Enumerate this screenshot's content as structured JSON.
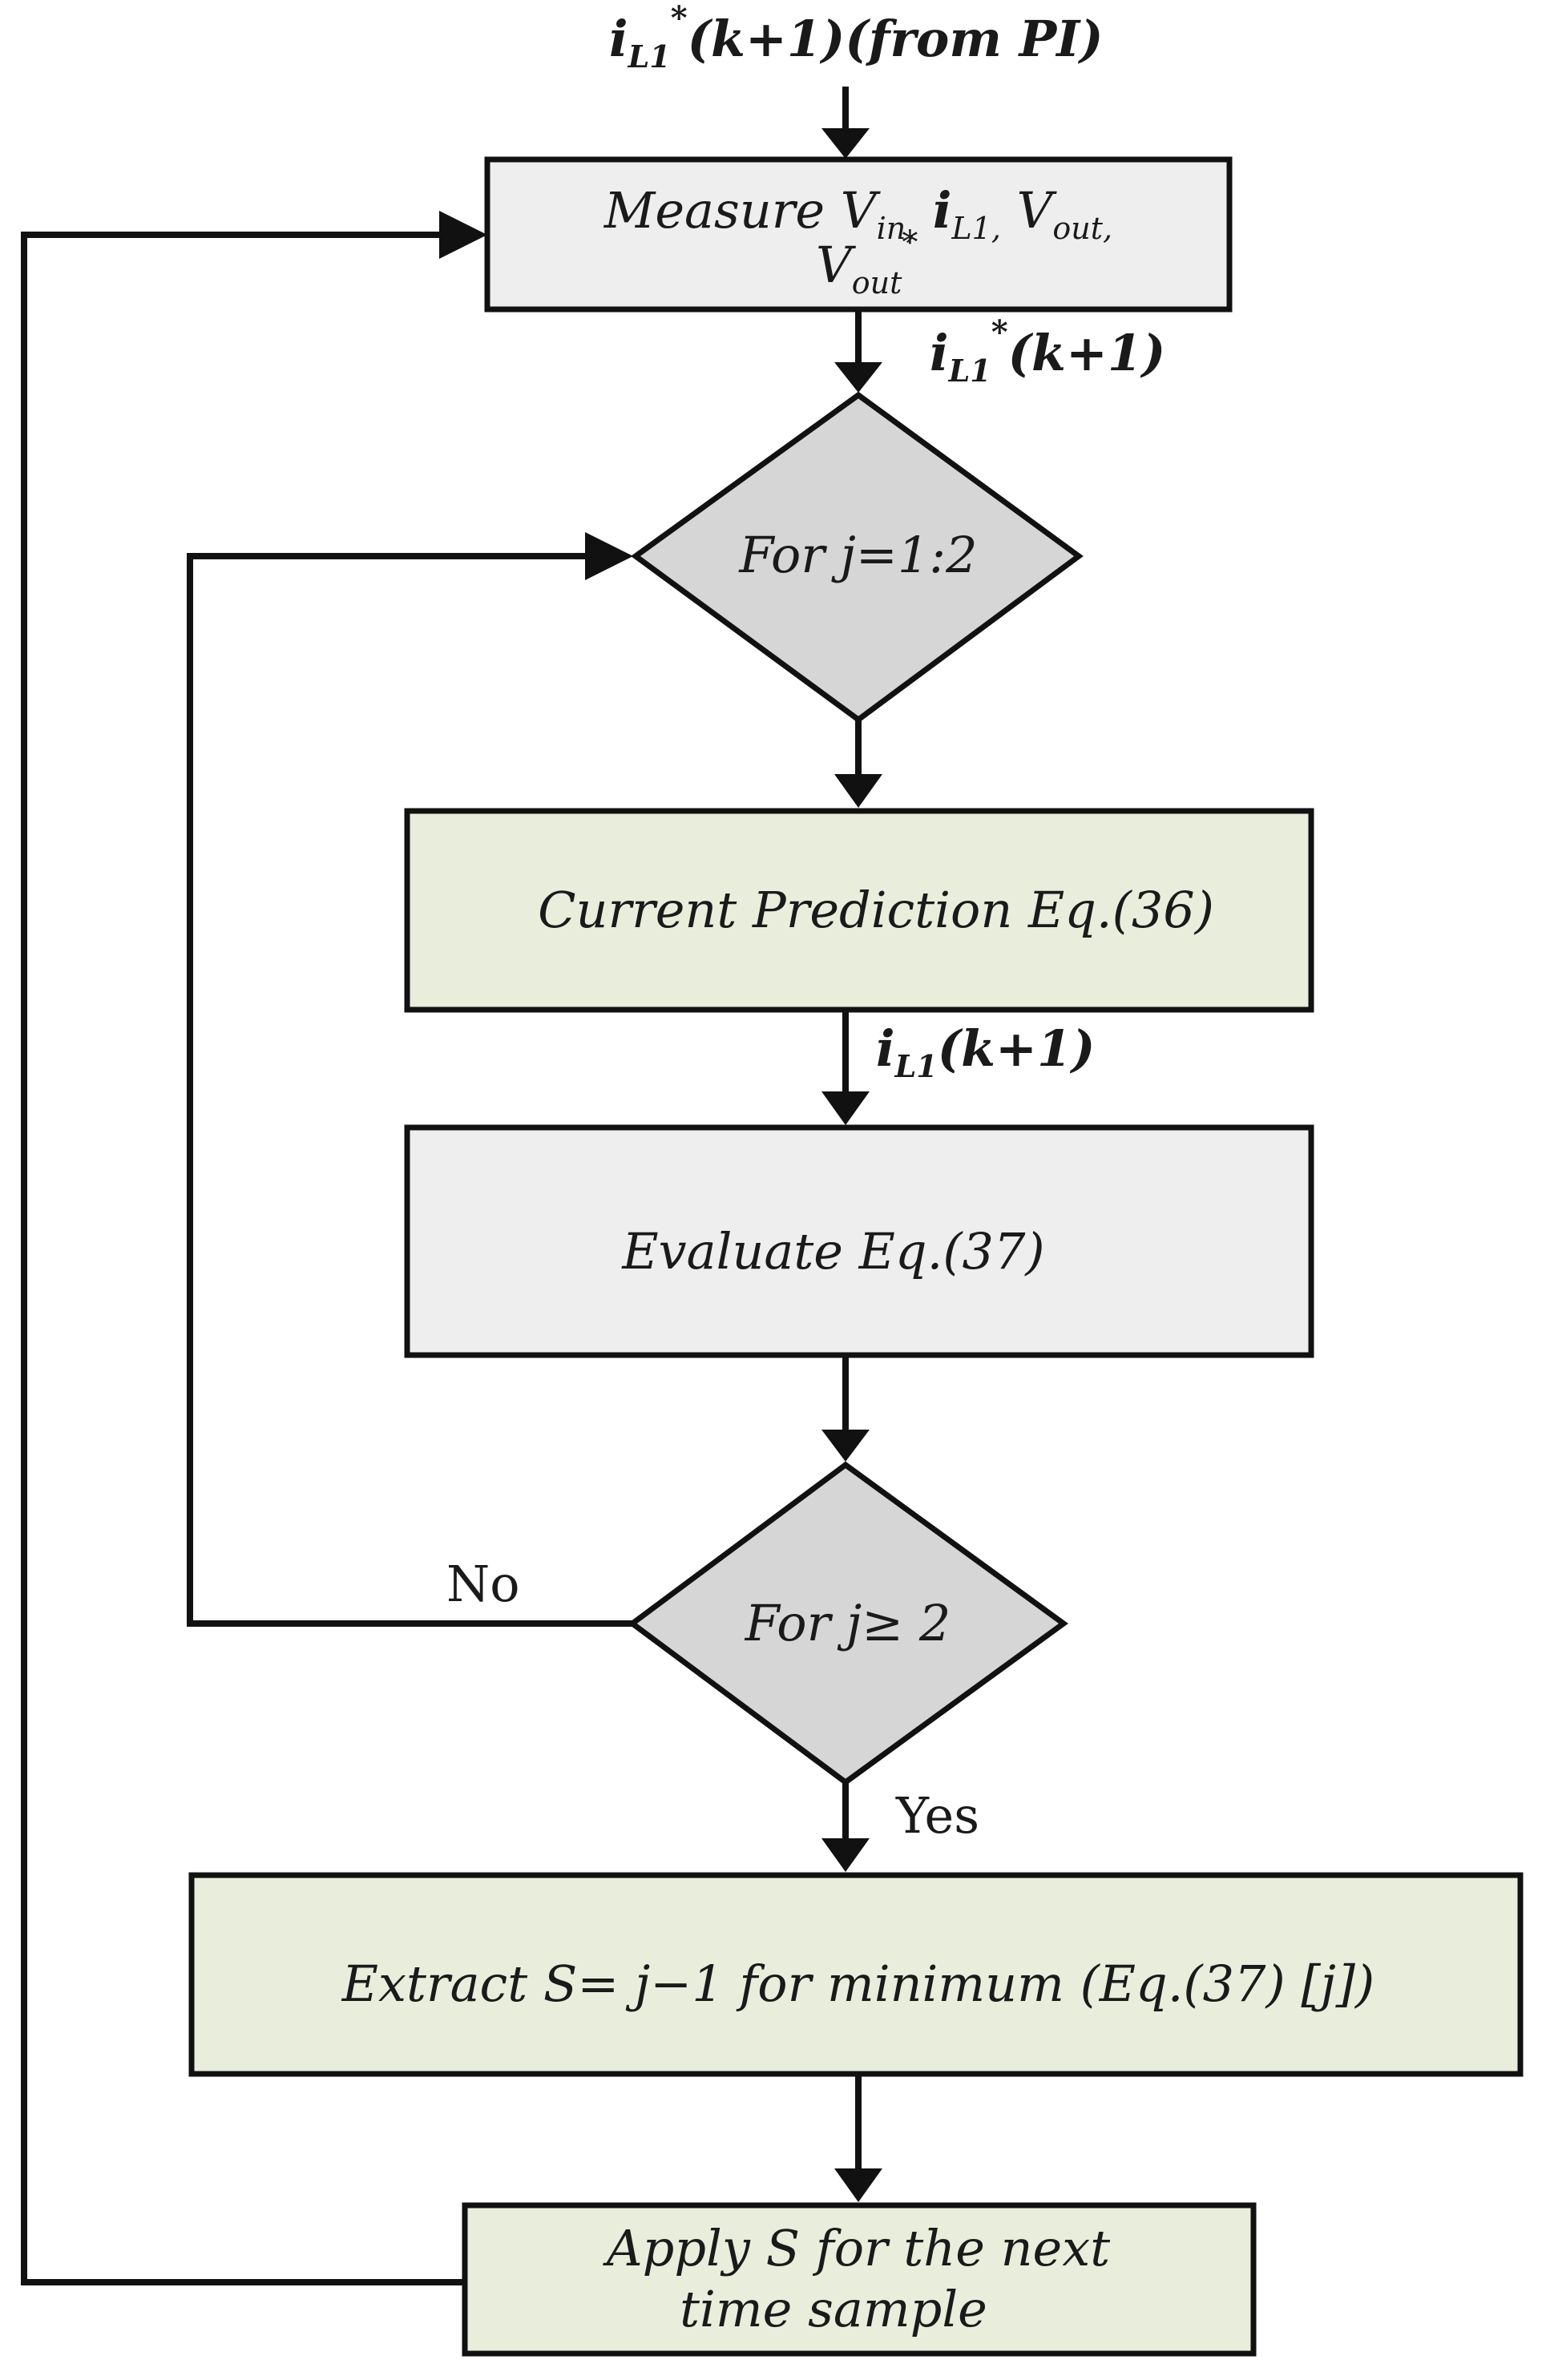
{
  "colors": {
    "line": "#111111",
    "measure_fill": "#eeeeee",
    "evaluate_fill": "#eeeeee",
    "diamond_fill": "#d6d6d6",
    "green_fill": "#e9eedc"
  },
  "top_input": {
    "base": "i",
    "sub": "L1",
    "sup": "*",
    "tail": "(k+1)(from PI)"
  },
  "measure": {
    "line1": {
      "prefix": "Measure V",
      "sub1": "in,",
      "mid1": " i",
      "sub2": "L1,",
      "mid2": " V",
      "sub3": "out,",
      "suffix": ""
    },
    "line2": {
      "base": "V",
      "sub": "out",
      "sup": "*"
    }
  },
  "edge_ref": {
    "base": "i",
    "sub": "L1",
    "sup": "*",
    "tail": "(k+1)"
  },
  "loop_decision": {
    "label": "For j=1:2"
  },
  "prediction": {
    "label": "Current Prediction Eq.(36)"
  },
  "edge_pred": {
    "base": "i",
    "sub": "L1",
    "tail": "(k+1)"
  },
  "evaluate": {
    "label": "Evaluate  Eq.(37)"
  },
  "check_decision": {
    "label": "For j≥ 2"
  },
  "no_label": "No",
  "yes_label": "Yes",
  "extract": {
    "label": "Extract S= j−1 for minimum (Eq.(37) [j])"
  },
  "apply": {
    "line1": "Apply S for the next",
    "line2": "time sample"
  }
}
